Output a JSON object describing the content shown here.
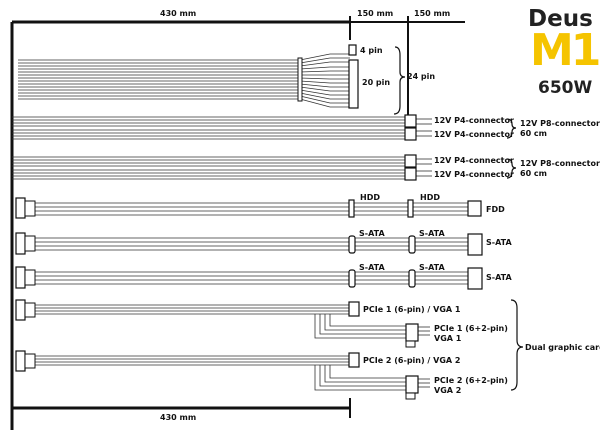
{
  "brand": {
    "name": "Deus",
    "model": "M1",
    "wattage": "650W"
  },
  "dimensions": {
    "top_main": "430 mm",
    "top_ext1": "150 mm",
    "top_ext2": "150 mm",
    "bottom_main": "430 mm"
  },
  "atx": {
    "pin4": "4 pin",
    "pin20": "20 pin",
    "pin24": "24 pin"
  },
  "cpu": [
    {
      "a": "12V P4-connector",
      "b": "12V P4-connector",
      "combined": "12V P8-connector",
      "length": "60 cm"
    },
    {
      "a": "12V P4-connector",
      "b": "12V P4-connector",
      "combined": "12V P8-connector",
      "length": "60 cm"
    }
  ],
  "peripheral": {
    "hdd1": "HDD",
    "hdd2": "HDD",
    "fdd": "FDD"
  },
  "sata_rows": [
    {
      "c1": "S-ATA",
      "c2": "S-ATA",
      "end": "S-ATA"
    },
    {
      "c1": "S-ATA",
      "c2": "S-ATA",
      "end": "S-ATA"
    }
  ],
  "pcie": [
    {
      "main": "PCIe 1 (6-pin) / VGA 1",
      "sub": "PCIe 1 (6+2-pin)",
      "sub2": "VGA 1"
    },
    {
      "main": "PCIe 2 (6-pin) / VGA 2",
      "sub": "PCIe 2 (6+2-pin)",
      "sub2": "VGA 2"
    }
  ],
  "dual_label": "Dual graphic card"
}
